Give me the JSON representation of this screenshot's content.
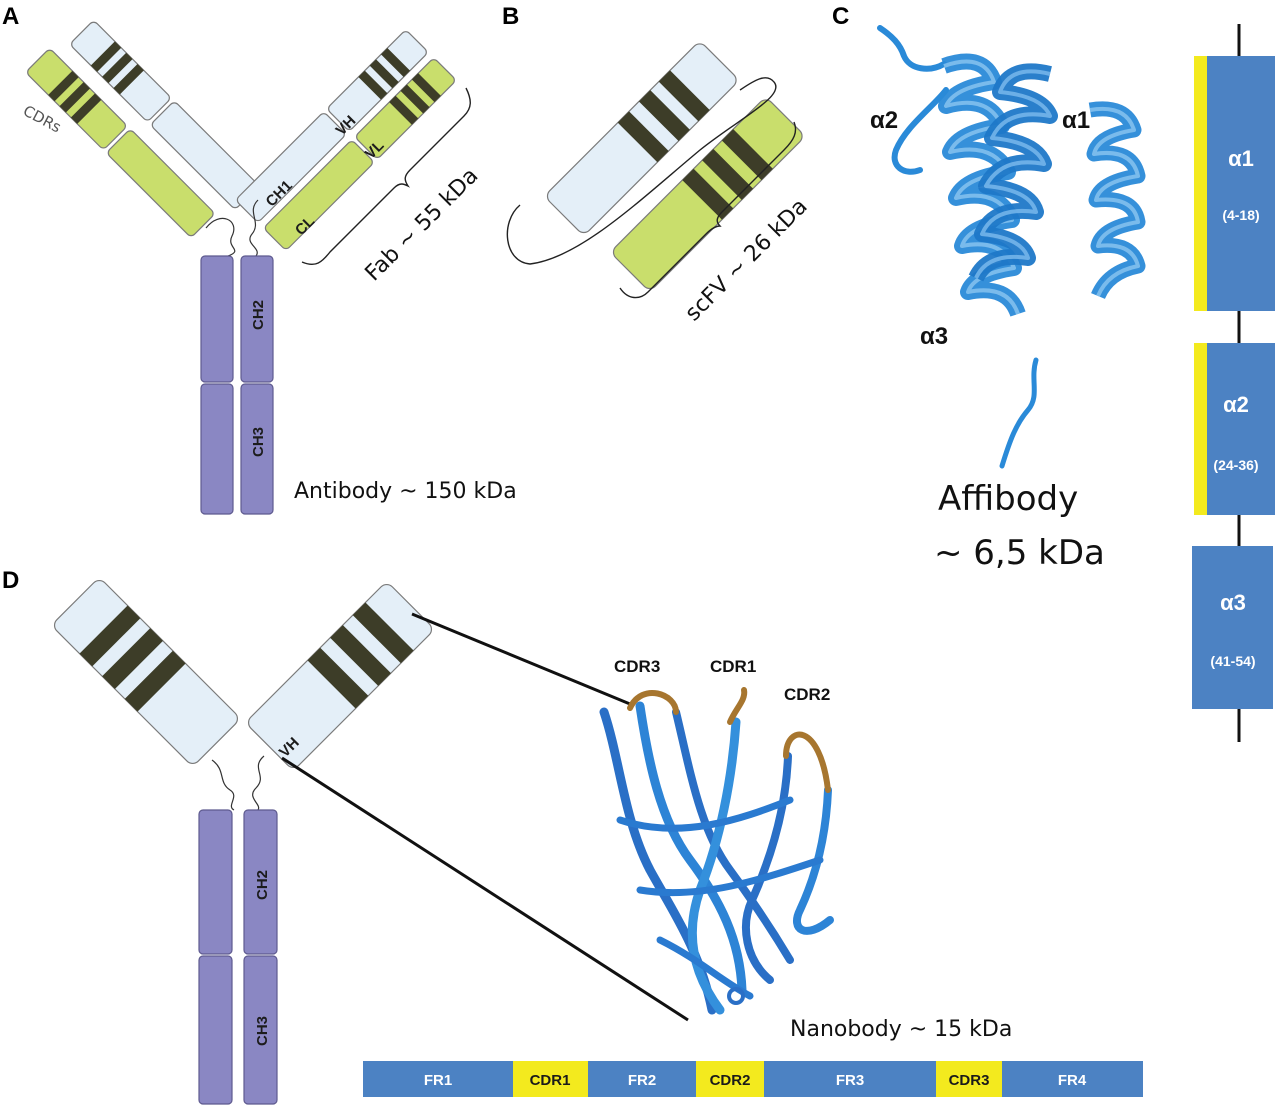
{
  "colors": {
    "heavy_light": "#e4eff8",
    "light_green": "#c9de6c",
    "purple": "#8a87c3",
    "cdr_band": "#3d3d28",
    "outline": "#7a7a7a",
    "blue": "#4c82c3",
    "ribbon": "#2a8ad8",
    "yellow": "#f3ea1e",
    "brown": "#a7762f"
  },
  "panels": {
    "a": {
      "letter": "A",
      "cdrs": "CDRs",
      "ch1": "CH1",
      "cl": "CL",
      "vh": "VH",
      "vl": "VL",
      "ch2": "CH2",
      "ch3": "CH3",
      "fab": "Fab ~ 55 kDa",
      "antibody": "Antibody ~ 150 kDa"
    },
    "b": {
      "letter": "B",
      "scfv": "scFV ~ 26 kDa"
    },
    "c": {
      "letter": "C",
      "alpha1": "α1",
      "alpha2": "α2",
      "alpha3": "α3",
      "affibody": "Affibody",
      "mass": "~ 6,5 kDa",
      "helices": [
        {
          "name": "α1",
          "range": "(4-18)"
        },
        {
          "name": "α2",
          "range": "(24-36)"
        },
        {
          "name": "α3",
          "range": "(41-54)"
        }
      ]
    },
    "d": {
      "letter": "D",
      "vh": "VH",
      "ch2": "CH2",
      "ch3": "CH3",
      "cdr1": "CDR1",
      "cdr2": "CDR2",
      "cdr3": "CDR3",
      "nanobody": "Nanobody ~ 15 kDa",
      "segments": [
        {
          "label": "FR1",
          "kind": "FR"
        },
        {
          "label": "CDR1",
          "kind": "CDR"
        },
        {
          "label": "FR2",
          "kind": "FR"
        },
        {
          "label": "CDR2",
          "kind": "CDR"
        },
        {
          "label": "FR3",
          "kind": "FR"
        },
        {
          "label": "CDR3",
          "kind": "CDR"
        },
        {
          "label": "FR4",
          "kind": "FR"
        }
      ]
    }
  }
}
